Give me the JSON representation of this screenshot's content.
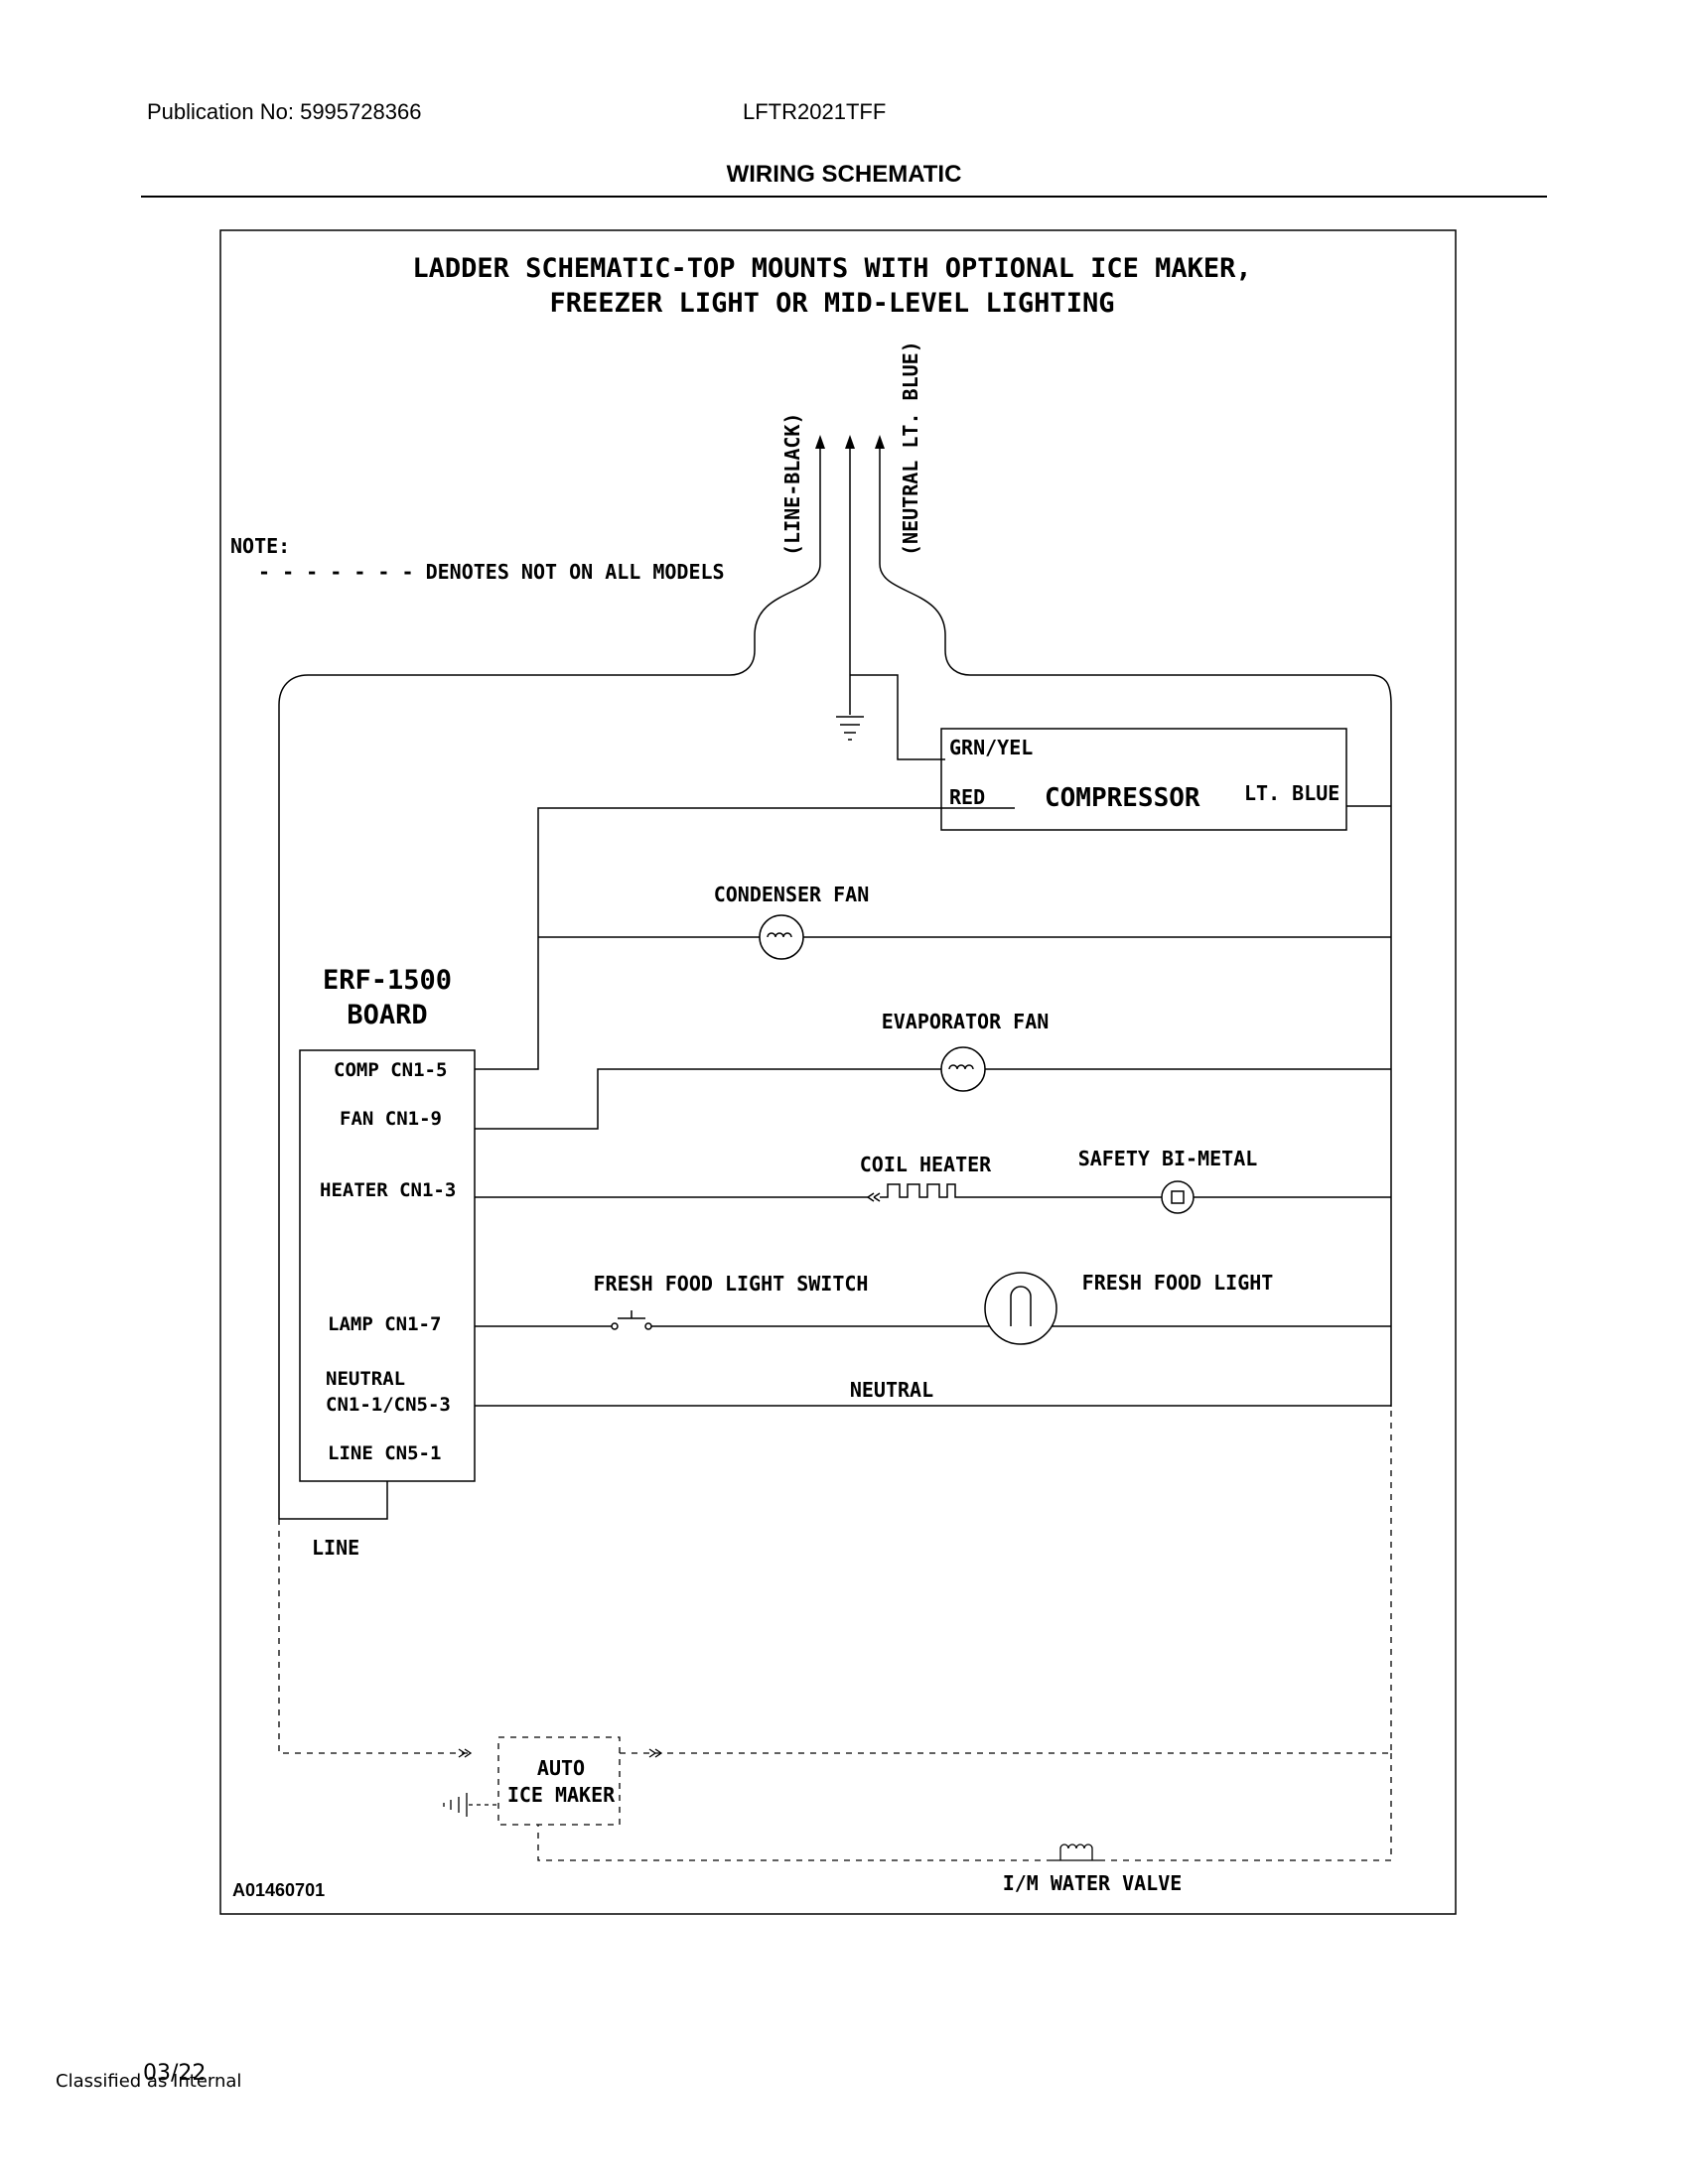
{
  "header": {
    "publication": "Publication No: 5995728366",
    "model": "LFTR2021TFF",
    "title": "WIRING SCHEMATIC"
  },
  "diagram": {
    "title_line1": "LADDER SCHEMATIC-TOP MOUNTS WITH OPTIONAL ICE MAKER,",
    "title_line2": "FREEZER LIGHT OR MID-LEVEL LIGHTING",
    "note_label": "NOTE:",
    "note_text": "- - - - - - - DENOTES NOT ON ALL MODELS",
    "line_black": "(LINE-BLACK)",
    "neutral_blue": "(NEUTRAL LT. BLUE)",
    "compressor": {
      "name": "COMPRESSOR",
      "grn_yel": "GRN/YEL",
      "red": "RED",
      "lt_blue": "LT. BLUE"
    },
    "condenser_fan": "CONDENSER FAN",
    "evaporator_fan": "EVAPORATOR FAN",
    "board": {
      "name_line1": "ERF-1500",
      "name_line2": "BOARD",
      "comp": "COMP CN1-5",
      "fan": "FAN CN1-9",
      "heater": "HEATER CN1-3",
      "lamp": "LAMP CN1-7",
      "neutral_line1": "NEUTRAL",
      "neutral_line2": "CN1-1/CN5-3",
      "line": "LINE CN5-1"
    },
    "coil_heater": "COIL HEATER",
    "safety_bimetal": "SAFETY BI-METAL",
    "ff_light_switch": "FRESH FOOD LIGHT SWITCH",
    "ff_light": "FRESH FOOD LIGHT",
    "neutral": "NEUTRAL",
    "line": "LINE",
    "ice_maker_line1": "AUTO",
    "ice_maker_line2": "ICE MAKER",
    "water_valve": "I/M WATER VALVE",
    "part_number": "A01460701"
  },
  "footer": {
    "classification": "Classified as Internal",
    "page": "03/22"
  }
}
